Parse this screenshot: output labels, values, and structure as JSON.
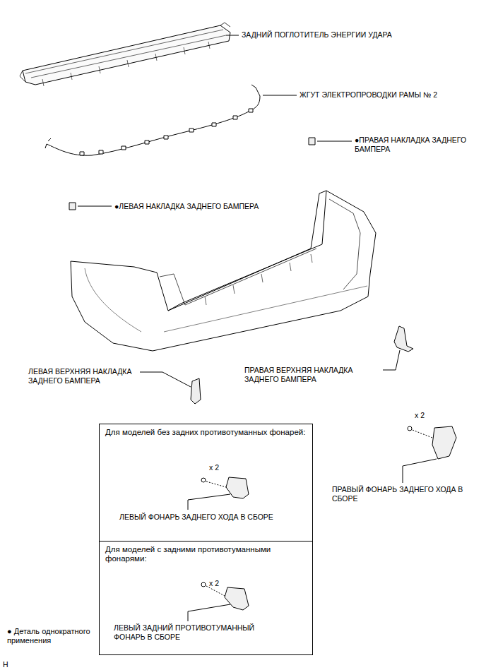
{
  "diagram": {
    "nodes": [
      {
        "text": [
          "Для моделей без задних противотуманных фонарей:",
          "x 2",
          "ЛЕВЫЙ ФОНАРЬ ЗАДНЕГО ХОДА В СБОРЕ"
        ]
      },
      {
        "text": [
          "Для моделей с задними противотуманными фонарями:",
          "x 2",
          "ЛЕВЫЙ ЗАДНИЙ ПРОТИВОТУМАННЫЙ ФОНАРЬ В СБОРЕ"
        ]
      }
    ],
    "edges": [],
    "labels": [
      "ЗАДНИЙ ПОГЛОТИТЕЛЬ ЭНЕРГИИ УДАРА",
      "ЖГУТ ЭЛЕКТРОПРОВОДКИ РАМЫ № 2",
      "●ПРАВАЯ НАКЛАДКА ЗАДНЕГО БАМПЕРА",
      "●ЛЕВАЯ НАКЛАДКА ЗАДНЕГО БАМПЕРА",
      "ЛЕВАЯ ВЕРХНЯЯ НАКЛАДКА ЗАДНЕГО БАМПЕРА",
      "ПРАВАЯ ВЕРХНЯЯ НАКЛАДКА ЗАДНЕГО БАМПЕРА",
      "x 2",
      "ПРАВЫЙ ФОНАРЬ ЗАДНЕГО ХОДА В СБОРЕ",
      "● Деталь однократного применения",
      "H"
    ]
  }
}
